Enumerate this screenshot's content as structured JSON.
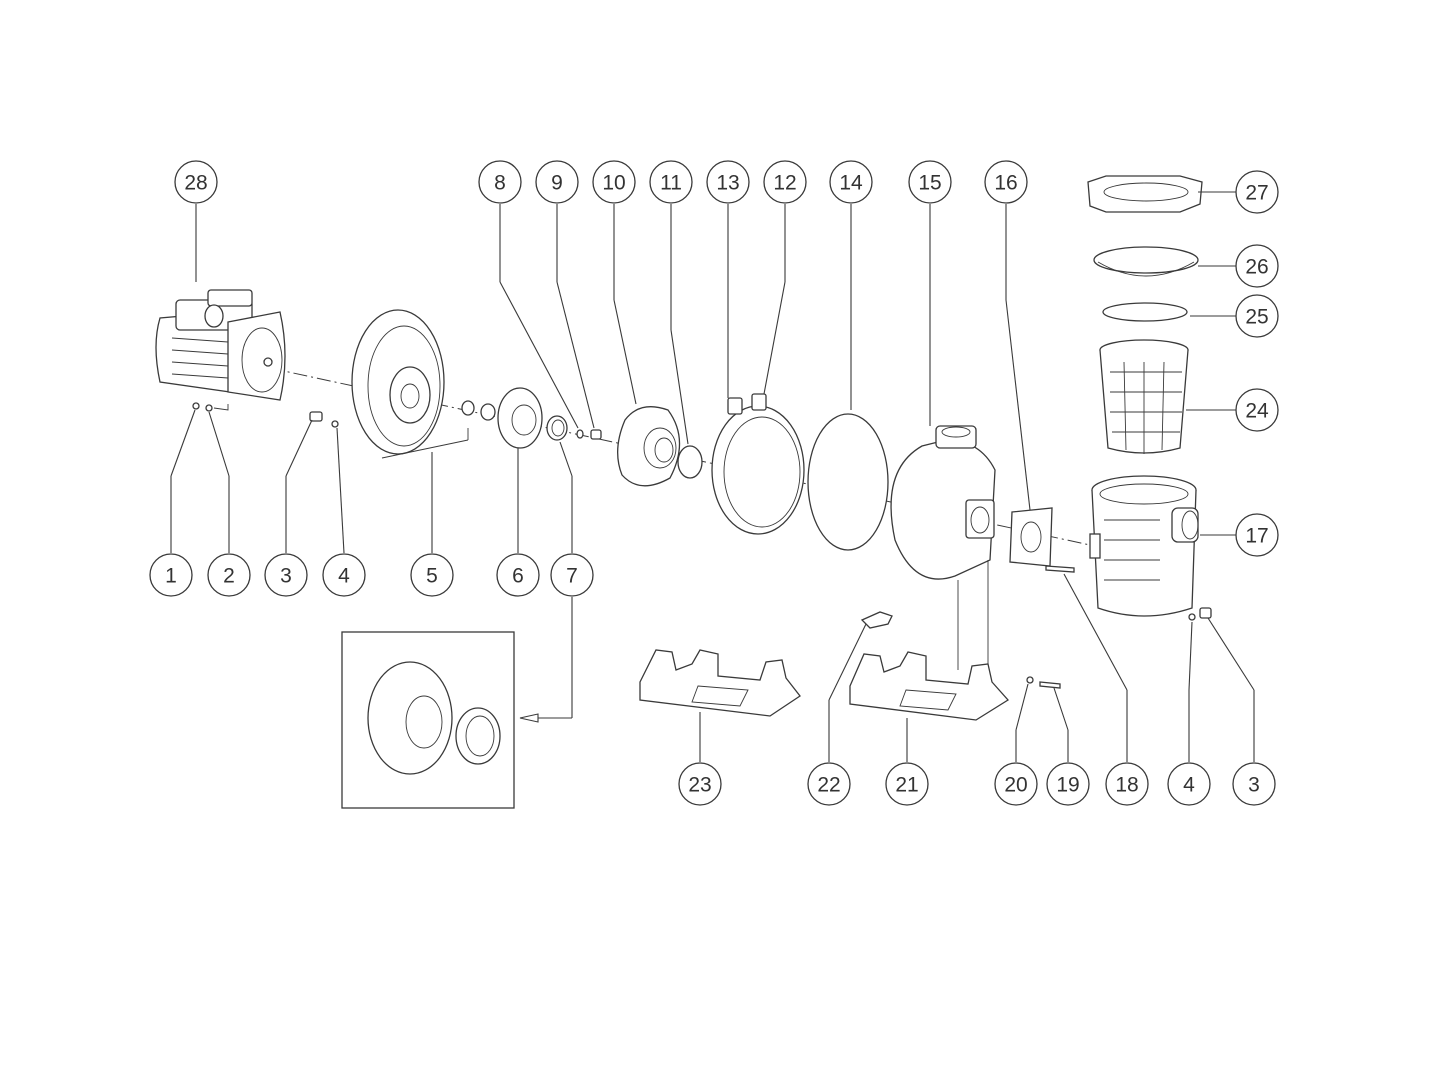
{
  "labels": {
    "l1": "1",
    "l2": "2",
    "l3": "3",
    "l4": "4",
    "l5": "5",
    "l6": "6",
    "l7": "7",
    "l8": "8",
    "l9": "9",
    "l10": "10",
    "l11": "11",
    "l12": "12",
    "l13": "13",
    "l14": "14",
    "l15": "15",
    "l16": "16",
    "l17": "17",
    "l18": "18",
    "l19": "19",
    "l20": "20",
    "l21": "21",
    "l22": "22",
    "l23": "23",
    "l24": "24",
    "l25": "25",
    "l26": "26",
    "l27": "27",
    "l28": "28",
    "l3b": "3",
    "l4b": "4"
  },
  "colors": {
    "line": "#3a3a3a",
    "background": "#ffffff"
  }
}
